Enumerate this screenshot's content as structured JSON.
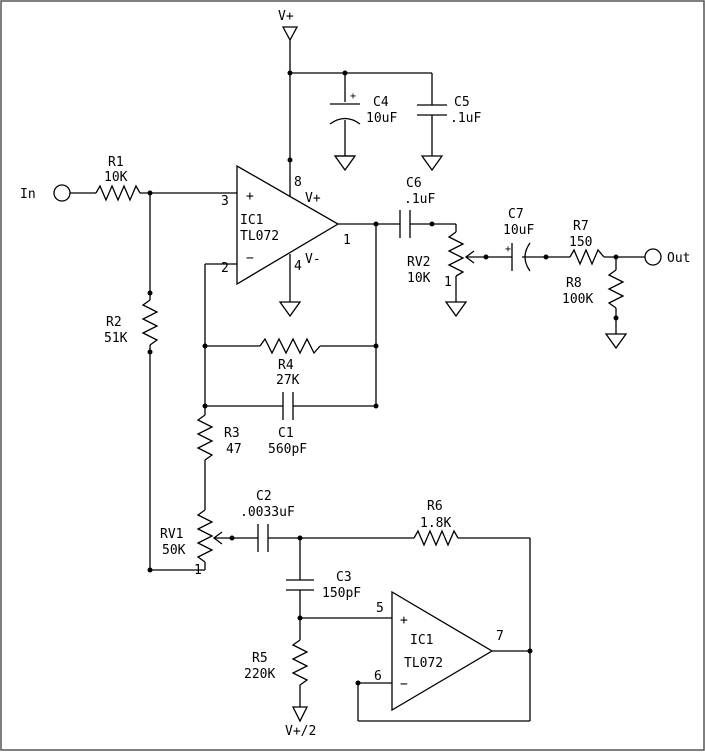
{
  "supply": {
    "vplus_top": "V+",
    "vhalf": "V+/2"
  },
  "io": {
    "in": "In",
    "out": "Out"
  },
  "ic1a": {
    "ref": "IC1",
    "part": "TL072",
    "pin_noninv": "3",
    "pin_inv": "2",
    "pin_out": "1",
    "pin_vplus": "8",
    "pin_vminus": "4",
    "label_vplus": "V+",
    "label_vminus": "V-",
    "plus": "+",
    "minus": "−"
  },
  "ic1b": {
    "ref": "IC1",
    "part": "TL072",
    "pin_noninv": "5",
    "pin_inv": "6",
    "pin_out": "7",
    "plus": "+",
    "minus": "−"
  },
  "components": {
    "r1": {
      "ref": "R1",
      "value": "10K"
    },
    "r2": {
      "ref": "R2",
      "value": "51K"
    },
    "r3": {
      "ref": "R3",
      "value": "47"
    },
    "r4": {
      "ref": "R4",
      "value": "27K"
    },
    "r5": {
      "ref": "R5",
      "value": "220K"
    },
    "r6": {
      "ref": "R6",
      "value": "1.8K"
    },
    "r7": {
      "ref": "R7",
      "value": "150"
    },
    "r8": {
      "ref": "R8",
      "value": "100K"
    },
    "c1": {
      "ref": "C1",
      "value": "560pF"
    },
    "c2": {
      "ref": "C2",
      "value": ".0033uF"
    },
    "c3": {
      "ref": "C3",
      "value": "150pF"
    },
    "c4": {
      "ref": "C4",
      "value": "10uF",
      "polarity": "+"
    },
    "c5": {
      "ref": "C5",
      "value": ".1uF"
    },
    "c6": {
      "ref": "C6",
      "value": ".1uF"
    },
    "c7": {
      "ref": "C7",
      "value": "10uF",
      "polarity": "+"
    },
    "rv1": {
      "ref": "RV1",
      "value": "50K",
      "pin": "1"
    },
    "rv2": {
      "ref": "RV2",
      "value": "10K",
      "pin": "1"
    }
  }
}
